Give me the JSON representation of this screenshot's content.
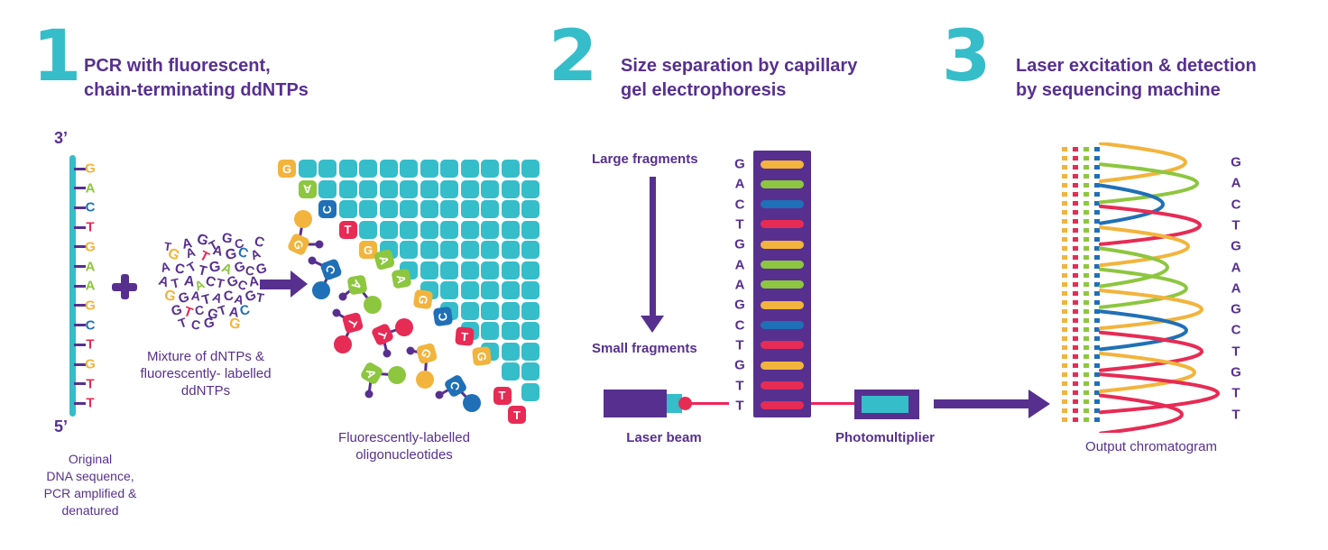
{
  "palette": {
    "teal": "#35bdc9",
    "purple": "#57308f",
    "yellow": "#f2b43c",
    "green": "#8dc63f",
    "blue": "#1f70b6",
    "red": "#e62b54",
    "beam": "#f0245c",
    "white": "#ffffff"
  },
  "sequence": [
    "G",
    "A",
    "C",
    "T",
    "G",
    "A",
    "A",
    "G",
    "C",
    "T",
    "G",
    "T",
    "T"
  ],
  "base_colors": {
    "G": "yellow",
    "A": "green",
    "C": "blue",
    "T": "red"
  },
  "steps": [
    {
      "number": "1",
      "title": "PCR with fluorescent,\nchain-terminating ddNTPs"
    },
    {
      "number": "2",
      "title": "Size separation by capillary\ngel electrophoresis"
    },
    {
      "number": "3",
      "title": "Laser excitation & detection\nby sequencing machine"
    }
  ],
  "section1": {
    "three_prime": "3’",
    "five_prime": "5’",
    "plus": "+",
    "strand_caption": "Original\nDNA sequence,\nPCR amplified &\ndenatured",
    "mixture_caption": "Mixture of dNTPs &\nfluorescently- labelled\nddNTPs",
    "grid_caption": "Fluorescently-labelled\noligonucleotides",
    "mixture_letters": [
      [
        "A",
        34,
        6,
        -12,
        "",
        15
      ],
      [
        "G",
        50,
        2,
        18,
        "",
        16
      ],
      [
        "T",
        64,
        8,
        -28,
        "",
        14
      ],
      [
        "G",
        78,
        0,
        10,
        "",
        15
      ],
      [
        "C",
        92,
        6,
        -14,
        "",
        14
      ],
      [
        "C",
        114,
        4,
        16,
        "",
        15
      ],
      [
        "T",
        14,
        10,
        8,
        "",
        13
      ],
      [
        "G",
        18,
        18,
        24,
        "yellow",
        16
      ],
      [
        "A",
        38,
        16,
        -18,
        "",
        14
      ],
      [
        "T",
        54,
        20,
        28,
        "red",
        15
      ],
      [
        "A",
        68,
        14,
        12,
        "",
        15
      ],
      [
        "G",
        82,
        18,
        -10,
        "",
        16
      ],
      [
        "C",
        96,
        16,
        20,
        "blue",
        15
      ],
      [
        "A",
        110,
        18,
        -24,
        "",
        14
      ],
      [
        "A",
        10,
        32,
        -14,
        "",
        14
      ],
      [
        "C",
        26,
        34,
        10,
        "",
        15
      ],
      [
        "T",
        40,
        32,
        -30,
        "",
        14
      ],
      [
        "T",
        52,
        36,
        14,
        "",
        15
      ],
      [
        "G",
        64,
        32,
        -8,
        "",
        16
      ],
      [
        "A",
        78,
        34,
        24,
        "green",
        15
      ],
      [
        "G",
        92,
        32,
        -20,
        "",
        15
      ],
      [
        "C",
        104,
        36,
        12,
        "",
        14
      ],
      [
        "G",
        116,
        34,
        -14,
        "",
        15
      ],
      [
        "A",
        8,
        48,
        18,
        "",
        15
      ],
      [
        "T",
        22,
        50,
        -12,
        "",
        14
      ],
      [
        "A",
        36,
        48,
        8,
        "",
        16
      ],
      [
        "A",
        48,
        52,
        -26,
        "green",
        14
      ],
      [
        "C",
        60,
        48,
        18,
        "",
        15
      ],
      [
        "T",
        72,
        50,
        12,
        "",
        14
      ],
      [
        "G",
        84,
        48,
        -22,
        "",
        15
      ],
      [
        "C",
        96,
        52,
        24,
        "",
        14
      ],
      [
        "A",
        108,
        48,
        -8,
        "",
        15
      ],
      [
        "G",
        14,
        64,
        14,
        "yellow",
        16
      ],
      [
        "G",
        30,
        66,
        -18,
        "",
        15
      ],
      [
        "A",
        44,
        64,
        8,
        "",
        14
      ],
      [
        "T",
        56,
        68,
        -14,
        "",
        15
      ],
      [
        "A",
        68,
        66,
        22,
        "",
        14
      ],
      [
        "C",
        80,
        64,
        -8,
        "",
        15
      ],
      [
        "A",
        92,
        68,
        16,
        "",
        14
      ],
      [
        "G",
        104,
        64,
        -24,
        "",
        15
      ],
      [
        "T",
        116,
        66,
        10,
        "",
        14
      ],
      [
        "G",
        22,
        80,
        -14,
        "",
        15
      ],
      [
        "T",
        36,
        82,
        20,
        "red",
        15
      ],
      [
        "C",
        48,
        80,
        -8,
        "",
        14
      ],
      [
        "G",
        62,
        84,
        12,
        "",
        15
      ],
      [
        "T",
        74,
        80,
        -18,
        "",
        14
      ],
      [
        "A",
        86,
        82,
        8,
        "",
        15
      ],
      [
        "C",
        98,
        80,
        -14,
        "blue",
        15
      ],
      [
        "T",
        30,
        94,
        -20,
        "",
        14
      ],
      [
        "C",
        44,
        96,
        12,
        "",
        14
      ],
      [
        "G",
        58,
        94,
        -10,
        "",
        15
      ],
      [
        "G",
        86,
        95,
        10,
        "yellow",
        16
      ]
    ],
    "molecules": [
      [
        "G",
        331,
        271,
        -20,
        336,
        243,
        354,
        271
      ],
      [
        "C",
        367,
        299,
        25,
        356,
        322,
        346,
        289
      ],
      [
        "A",
        396,
        316,
        35,
        413,
        338,
        380,
        329
      ],
      [
        "T",
        391,
        358,
        30,
        380,
        382,
        373,
        347
      ],
      [
        "T",
        424,
        371,
        20,
        448,
        363,
        429,
        392
      ],
      [
        "A",
        412,
        414,
        -15,
        440,
        416,
        409,
        437
      ],
      [
        "G",
        473,
        392,
        30,
        471,
        421,
        455,
        389
      ],
      [
        "C",
        505,
        428,
        15,
        523,
        447,
        487,
        438
      ]
    ]
  },
  "section2": {
    "large_label": "Large fragments",
    "small_label": "Small fragments",
    "laser_label": "Laser beam",
    "photo_label": "Photomultiplier"
  },
  "section3": {
    "caption": "Output chromatogram",
    "dot_columns": [
      "yellow",
      "red",
      "green",
      "blue"
    ],
    "peak_widths": [
      94,
      107,
      69,
      110,
      97,
      74,
      95,
      112,
      95,
      112,
      104,
      130,
      90
    ]
  }
}
